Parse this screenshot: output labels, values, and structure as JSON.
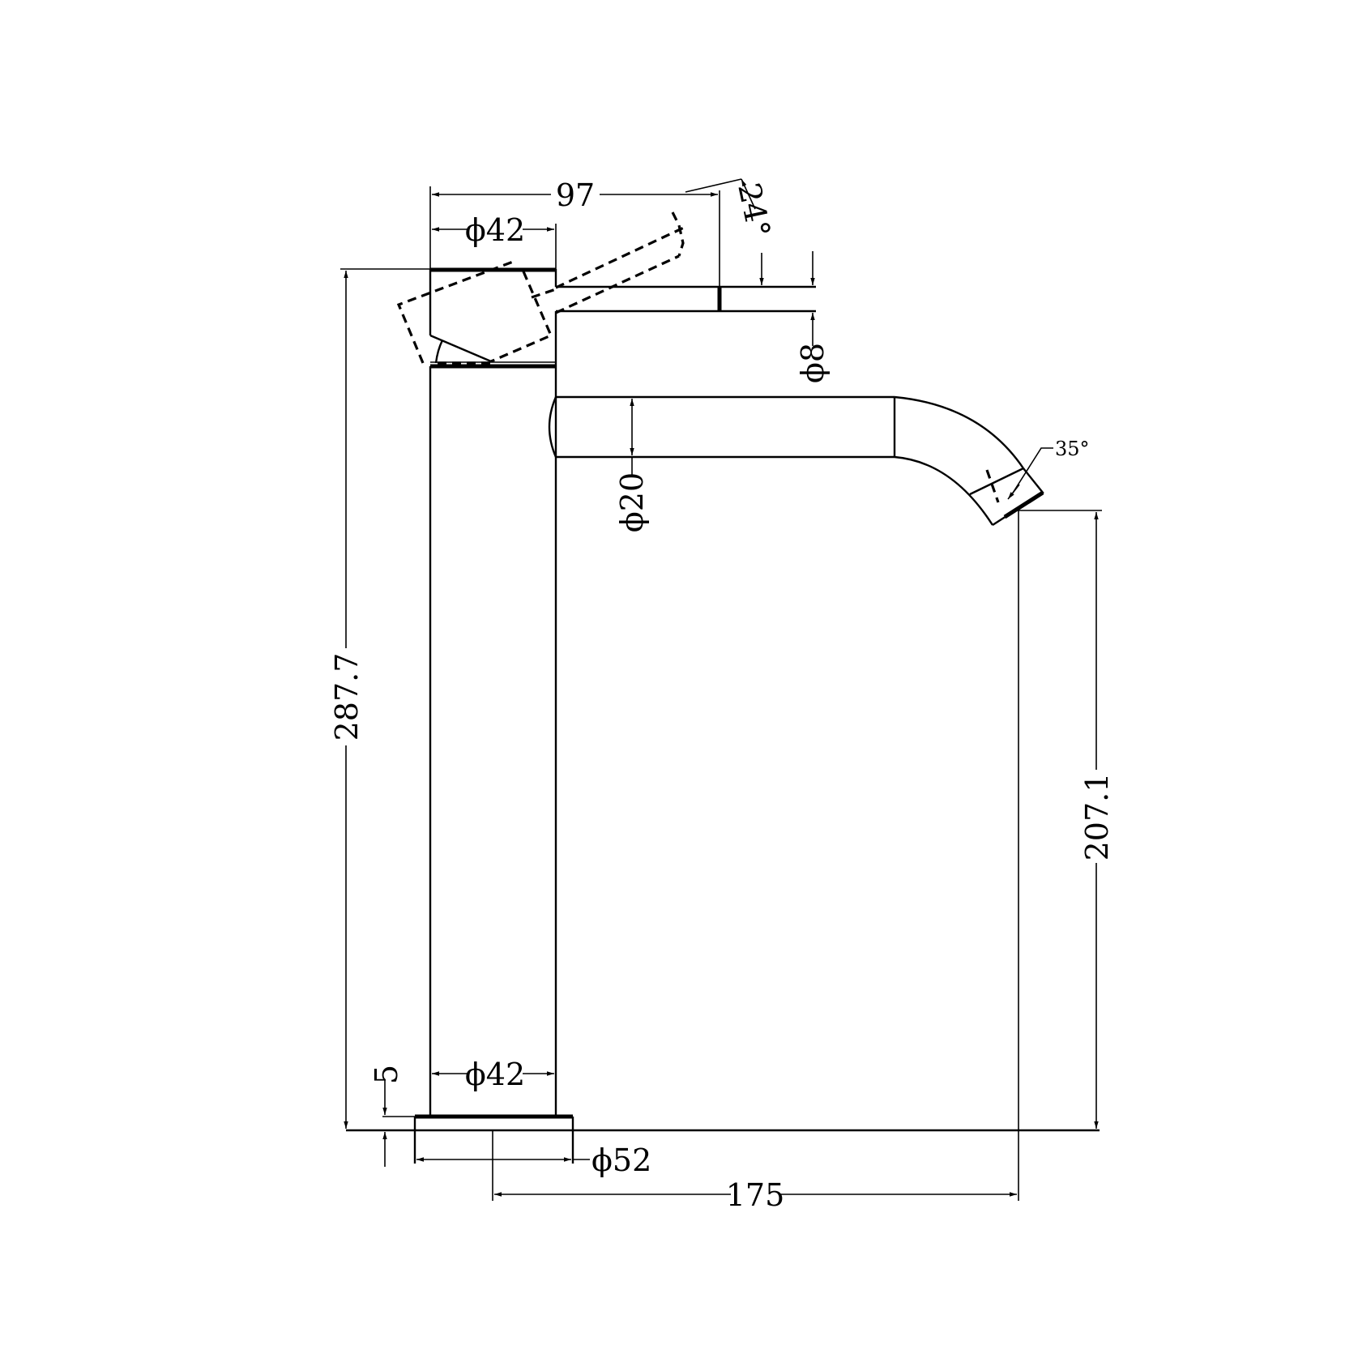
{
  "drawing": {
    "title": "Tall basin mixer side elevation",
    "line_color": "#000000",
    "background": "#ffffff"
  },
  "dimensions": {
    "handle_reach": "97",
    "handle_diameter": "ϕ42",
    "handle_angle": "24°",
    "lever_diameter": "ϕ8",
    "spout_diameter": "ϕ20",
    "spout_outlet_angle": "35°",
    "overall_height": "287.7",
    "spout_outlet_height": "207.1",
    "body_diameter": "ϕ42",
    "base_thickness": "5",
    "base_diameter": "ϕ52",
    "spout_projection": "175"
  }
}
